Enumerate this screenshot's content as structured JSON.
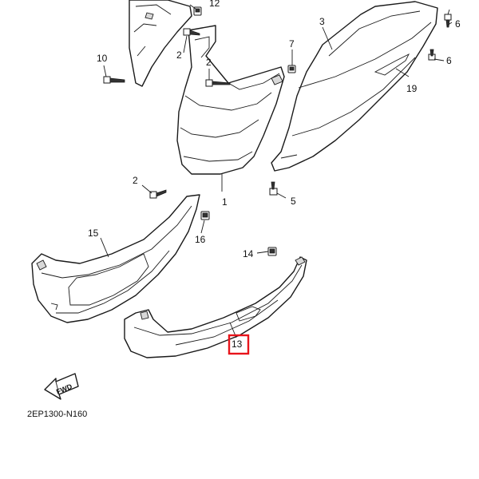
{
  "diagram": {
    "callouts": {
      "c1": "1",
      "c2a": "2",
      "c2b": "2",
      "c2c": "2",
      "c3": "3",
      "c5": "5",
      "c6a": "6",
      "c6b": "6",
      "c7": "7",
      "c10": "10",
      "c12": "12",
      "c13": "13",
      "c14": "14",
      "c15": "15",
      "c16": "16",
      "c19": "19"
    },
    "highlighted_callout": "13",
    "highlight_color": "#e8141b",
    "fwd_label": "FWD",
    "diagram_code": "2EP1300-N160"
  }
}
